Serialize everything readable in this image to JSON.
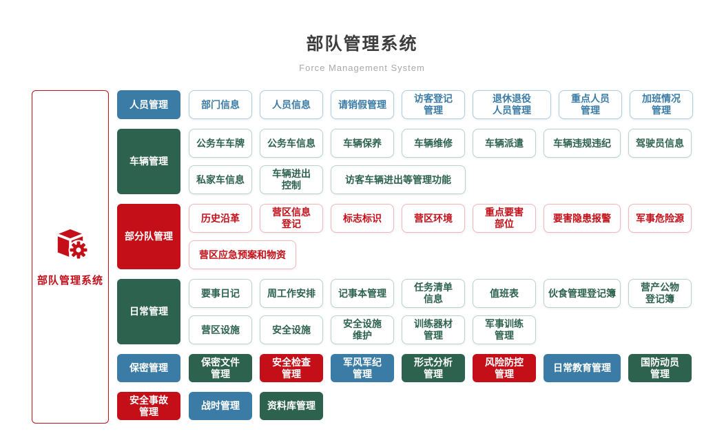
{
  "header": {
    "title": "部队管理系统",
    "subtitle": "Force Management System"
  },
  "colors": {
    "blue": "#3b7ca6",
    "green": "#2d624e",
    "red": "#c40f18",
    "title_text": "#3d3d3d",
    "subtitle_text": "#a9a9a9"
  },
  "root": {
    "label": "部队管理系统",
    "icon": "cube-gear-icon"
  },
  "rows": [
    {
      "category": {
        "label": "人员管理",
        "color": "blue"
      },
      "lines": [
        [
          {
            "label": "部门信息",
            "variant": "outline",
            "color": "blue"
          },
          {
            "label": "人员信息",
            "variant": "outline",
            "color": "blue"
          },
          {
            "label": "请销假管理",
            "variant": "outline",
            "color": "blue"
          },
          {
            "label": "访客登记\n管理",
            "variant": "outline",
            "color": "blue"
          },
          {
            "label": "退休退役\n人员管理",
            "variant": "outline",
            "color": "blue",
            "w": 114
          },
          {
            "label": "重点人员\n管理",
            "variant": "outline",
            "color": "blue"
          },
          {
            "label": "加班情况\n管理",
            "variant": "outline",
            "color": "blue"
          }
        ]
      ]
    },
    {
      "category": {
        "label": "车辆管理",
        "color": "green"
      },
      "lines": [
        [
          {
            "label": "公务车车牌",
            "variant": "outline",
            "color": "green"
          },
          {
            "label": "公务车信息",
            "variant": "outline",
            "color": "green"
          },
          {
            "label": "车辆保养",
            "variant": "outline",
            "color": "green"
          },
          {
            "label": "车辆维修",
            "variant": "outline",
            "color": "green"
          },
          {
            "label": "车辆派遣",
            "variant": "outline",
            "color": "green"
          },
          {
            "label": "车辆违规违纪",
            "variant": "outline",
            "color": "green",
            "w": 112
          },
          {
            "label": "驾驶员信息",
            "variant": "outline",
            "color": "green"
          }
        ],
        [
          {
            "label": "私家车信息",
            "variant": "outline",
            "color": "green"
          },
          {
            "label": "车辆进出\n控制",
            "variant": "outline",
            "color": "green"
          },
          {
            "label": "访客车辆进出等管理功能",
            "variant": "outline",
            "color": "green",
            "w": 196
          }
        ]
      ]
    },
    {
      "category": {
        "label": "部分队管理",
        "color": "red"
      },
      "lines": [
        [
          {
            "label": "历史沿革",
            "variant": "outline",
            "color": "red"
          },
          {
            "label": "营区信息\n登记",
            "variant": "outline",
            "color": "red"
          },
          {
            "label": "标志标识",
            "variant": "outline",
            "color": "red"
          },
          {
            "label": "营区环境",
            "variant": "outline",
            "color": "red"
          },
          {
            "label": "重点要害\n部位",
            "variant": "outline",
            "color": "red"
          },
          {
            "label": "要害隐患报警",
            "variant": "outline",
            "color": "red",
            "w": 112
          },
          {
            "label": "军事危险源",
            "variant": "outline",
            "color": "red"
          }
        ],
        [
          {
            "label": "营区应急预案和物资",
            "variant": "outline",
            "color": "red",
            "w": 156
          }
        ]
      ]
    },
    {
      "category": {
        "label": "日常管理",
        "color": "green"
      },
      "lines": [
        [
          {
            "label": "要事日记",
            "variant": "outline",
            "color": "green"
          },
          {
            "label": "周工作安排",
            "variant": "outline",
            "color": "green"
          },
          {
            "label": "记事本管理",
            "variant": "outline",
            "color": "green"
          },
          {
            "label": "任务清单\n信息",
            "variant": "outline",
            "color": "green"
          },
          {
            "label": "值班表",
            "variant": "outline",
            "color": "green"
          },
          {
            "label": "伙食管理登记簿",
            "variant": "outline",
            "color": "green",
            "w": 112
          },
          {
            "label": "营产公物\n登记簿",
            "variant": "outline",
            "color": "green"
          }
        ],
        [
          {
            "label": "营区设施",
            "variant": "outline",
            "color": "green"
          },
          {
            "label": "安全设施",
            "variant": "outline",
            "color": "green"
          },
          {
            "label": "安全设施\n维护",
            "variant": "outline",
            "color": "green"
          },
          {
            "label": "训练器材\n管理",
            "variant": "outline",
            "color": "green"
          },
          {
            "label": "军事训练\n管理",
            "variant": "outline",
            "color": "green"
          }
        ]
      ]
    },
    {
      "category": {
        "label": "保密管理",
        "color": "blue"
      },
      "lines": [
        [
          {
            "label": "保密文件\n管理",
            "variant": "solid",
            "color": "green"
          },
          {
            "label": "安全检查\n管理",
            "variant": "solid",
            "color": "red"
          },
          {
            "label": "军风军纪\n管理",
            "variant": "solid",
            "color": "blue"
          },
          {
            "label": "形式分析\n管理",
            "variant": "solid",
            "color": "green"
          },
          {
            "label": "风险防控\n管理",
            "variant": "solid",
            "color": "red"
          },
          {
            "label": "日常教育管理",
            "variant": "solid",
            "color": "blue",
            "w": 112
          },
          {
            "label": "国防动员\n管理",
            "variant": "solid",
            "color": "green"
          }
        ]
      ]
    },
    {
      "category": {
        "label": "安全事故\n管理",
        "color": "red"
      },
      "lines": [
        [
          {
            "label": "战时管理",
            "variant": "solid",
            "color": "blue"
          },
          {
            "label": "资料库管理",
            "variant": "solid",
            "color": "green"
          }
        ]
      ]
    }
  ]
}
